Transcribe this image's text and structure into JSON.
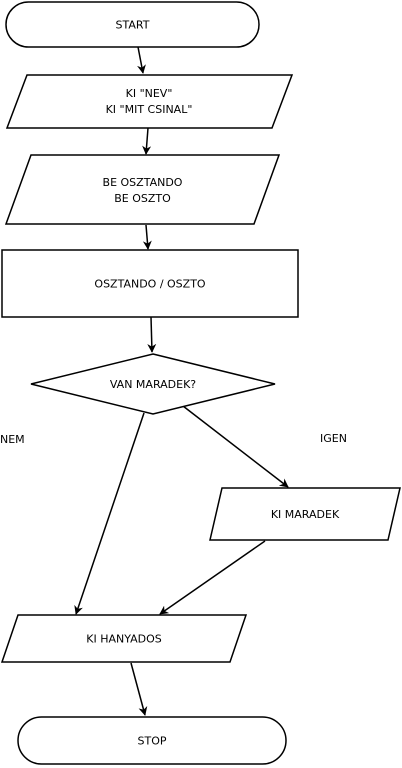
{
  "flowchart": {
    "start": "START",
    "input_name_line1": "KI \"NEV\"",
    "input_name_line2": "KI \"MIT CSINAL\"",
    "read_line1": "BE OSZTANDO",
    "read_line2": "BE OSZTO",
    "divide": "OSZTANDO / OSZTO",
    "decision": "VAN MARADEK?",
    "branch_no": "NEM",
    "branch_yes": "IGEN",
    "output_remainder": "KI MARADEK",
    "output_quotient": "KI HANYADOS",
    "stop": "STOP"
  }
}
